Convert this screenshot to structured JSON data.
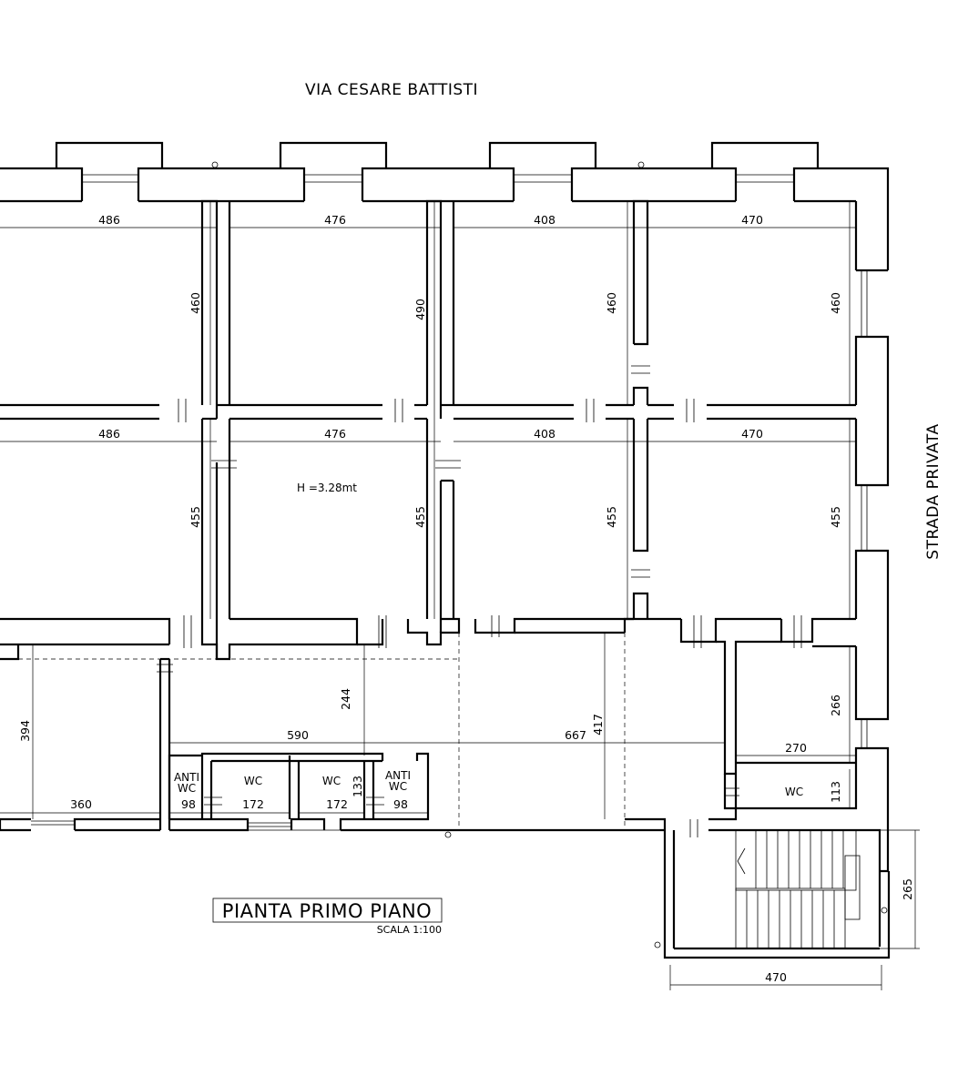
{
  "streets": {
    "top": "VIA CESARE BATTISTI",
    "right": "STRADA PRIVATA"
  },
  "title": {
    "main": "PIANTA PRIMO PIANO",
    "scale": "SCALA 1:100"
  },
  "height_note": "H =3.28mt",
  "dimensions": {
    "r1c1_w": "486",
    "r1c2_w": "476",
    "r1c3_w": "408",
    "r1c4_w": "470",
    "r1c1_h": "460",
    "r1c2_h": "490",
    "r1c3_h": "460",
    "r1c4_h": "460",
    "r2c1_w": "486",
    "r2c2_w": "476",
    "r2c3_w": "408",
    "r2c4_w": "470",
    "r2c1_h": "455",
    "r2c2_h": "455",
    "r2c3_h": "455",
    "r2c4_h": "455",
    "corr_h": "244",
    "corr_w": "590",
    "hall_w": "667",
    "hall_h": "417",
    "sw_h": "394",
    "sw_w": "360",
    "se_h": "266",
    "se_w": "270",
    "wc_e_h": "113",
    "wc1_w": "98",
    "wc2_w": "172",
    "wc3_w": "172",
    "wc4_w": "98",
    "wc3_h": "133",
    "stair_h": "265",
    "stair_w": "470"
  },
  "rooms": {
    "anti1": "ANTI",
    "anti1b": "WC",
    "wc2": "WC",
    "wc3": "WC",
    "anti4": "ANTI",
    "anti4b": "WC",
    "wc_e": "WC"
  }
}
